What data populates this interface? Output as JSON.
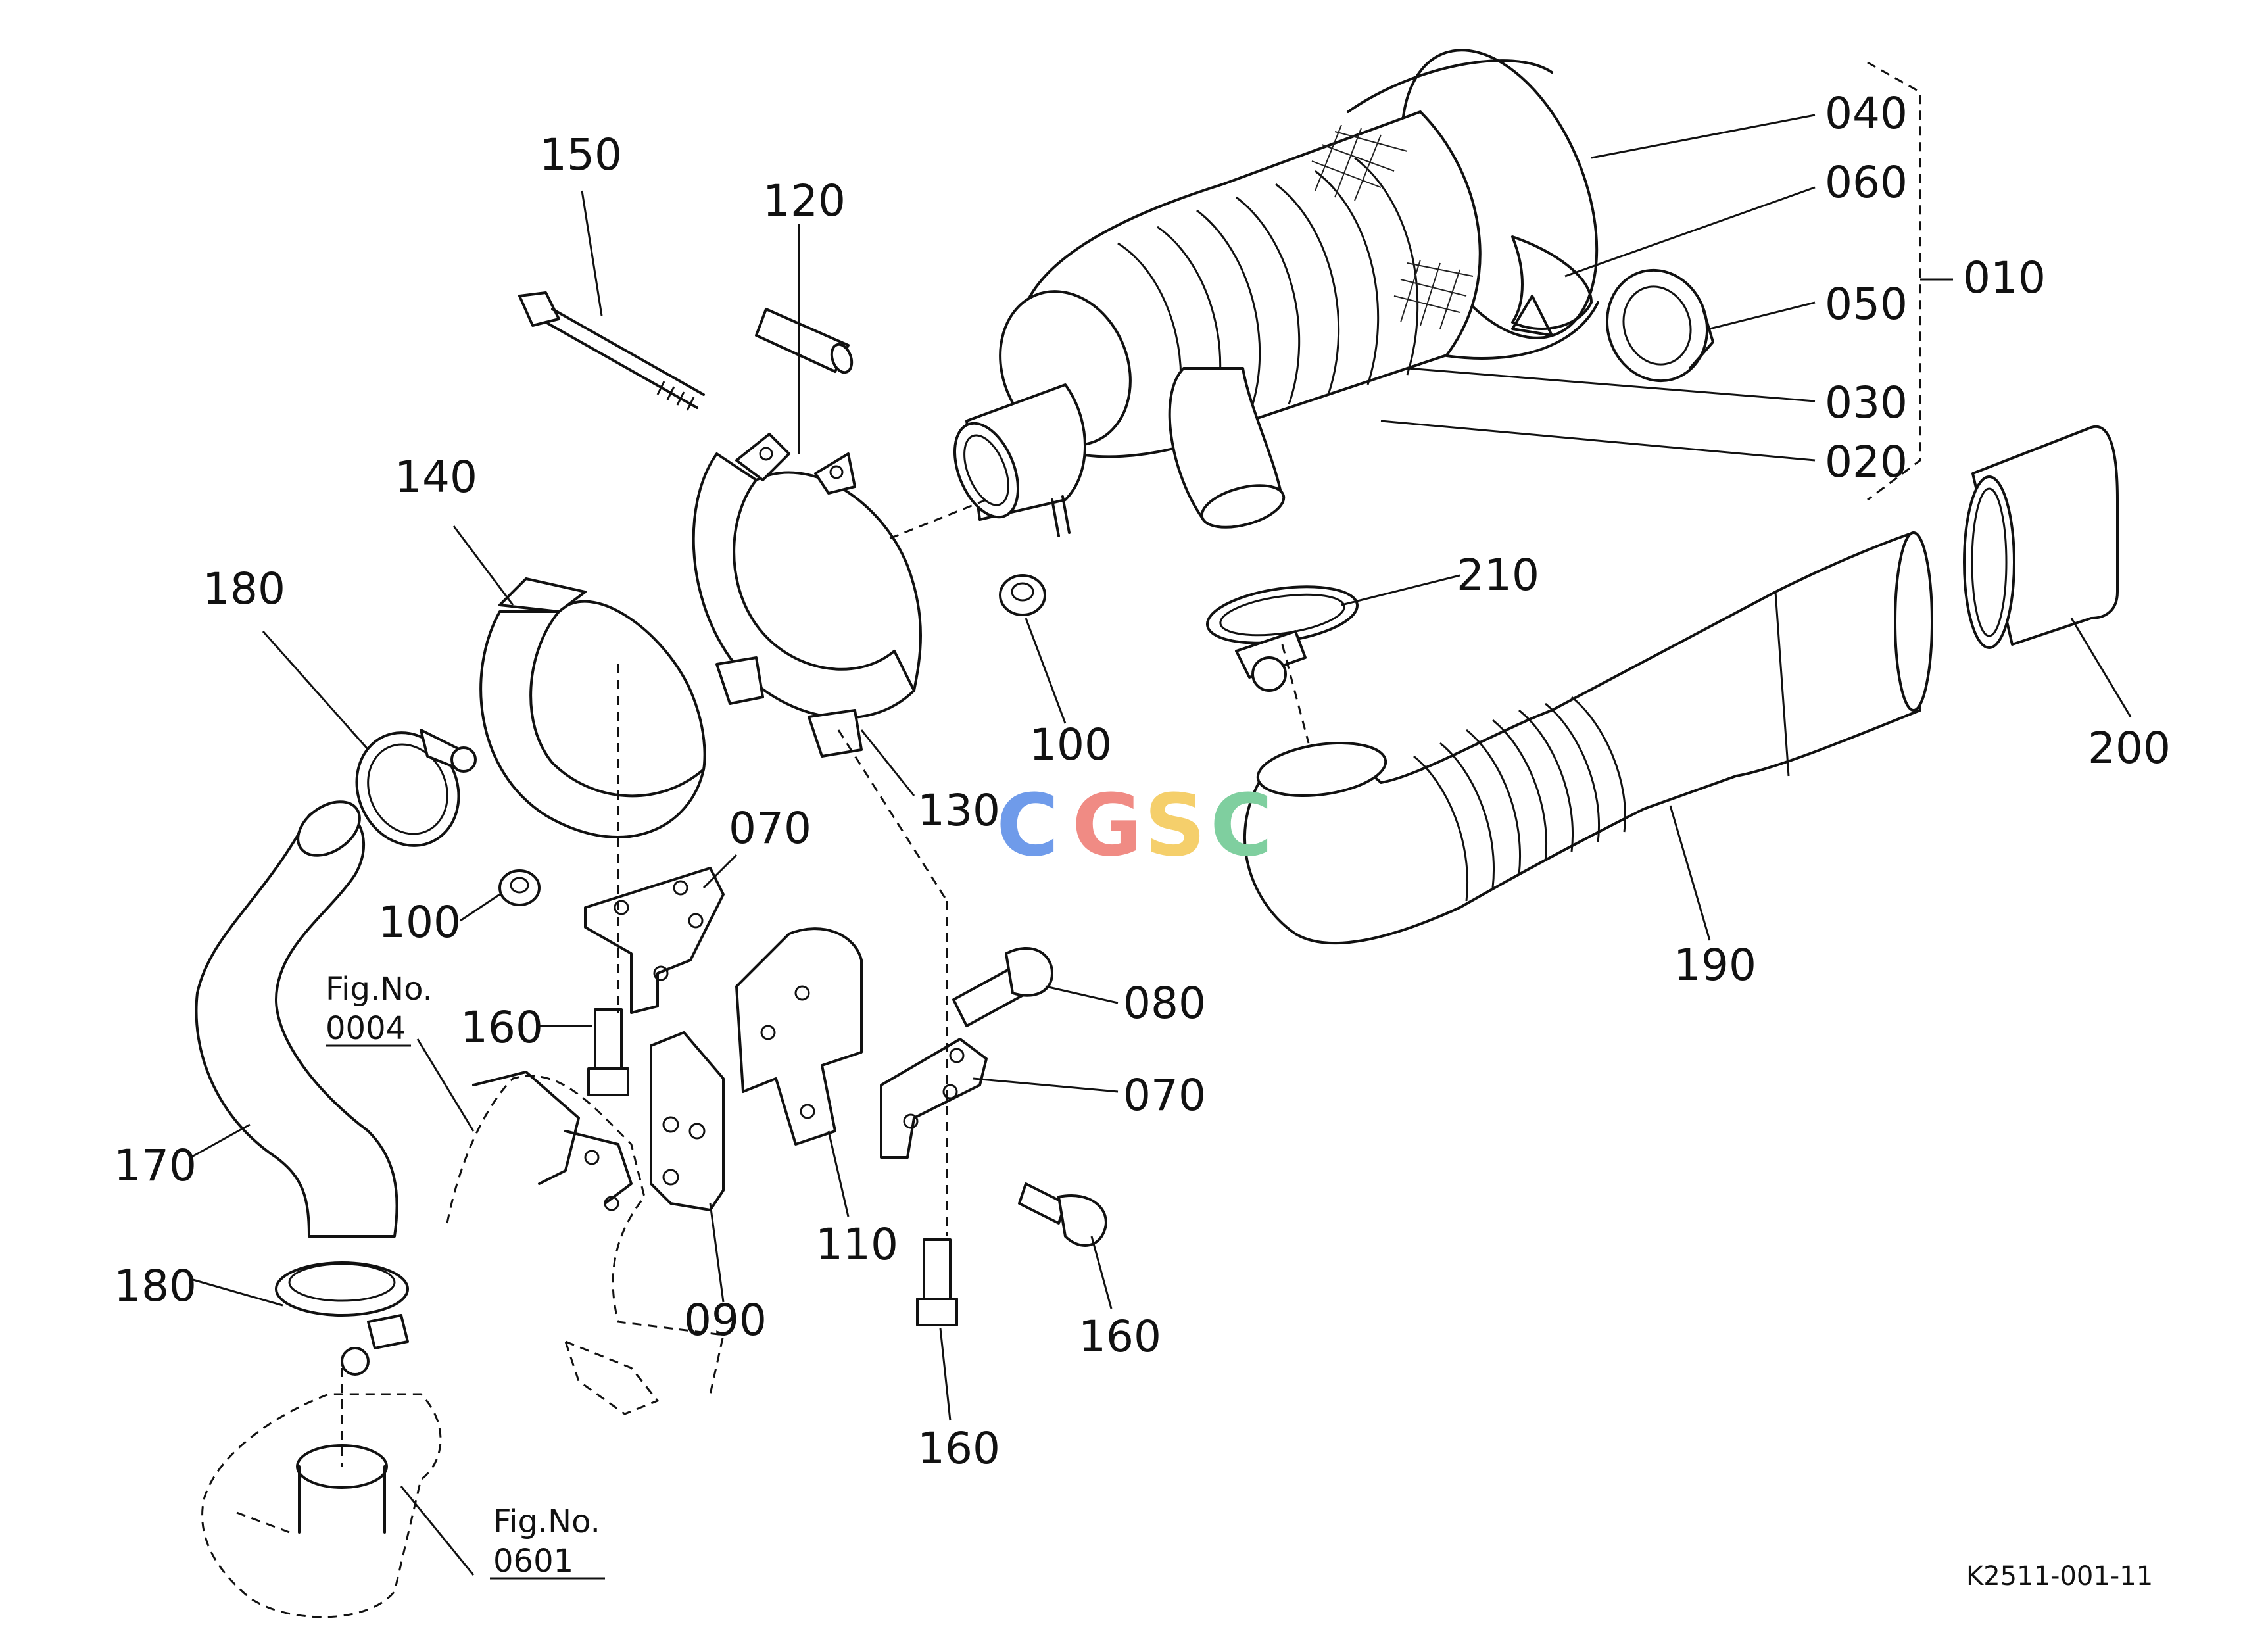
{
  "diagram": {
    "labels": {
      "p040": "040",
      "p060": "060",
      "p010": "010",
      "p050": "050",
      "p030": "030",
      "p020": "020",
      "p150": "150",
      "p120": "120",
      "p140": "140",
      "p180_top": "180",
      "p100_right": "100",
      "p130": "130",
      "p210": "210",
      "p200": "200",
      "p070_top": "070",
      "p100_left": "100",
      "p160_left": "160",
      "p080": "080",
      "p070_right": "070",
      "p190": "190",
      "p170": "170",
      "p110": "110",
      "p090": "090",
      "p160_right": "160",
      "p160_bottom": "160",
      "p180_bottom": "180"
    },
    "figure_refs": [
      {
        "title": "Fig.No.",
        "number": "0004"
      },
      {
        "title": "Fig.No.",
        "number": "0601"
      }
    ],
    "watermark": {
      "letters": [
        "C",
        "G",
        "S",
        "C"
      ],
      "colors": [
        "#6f9bea",
        "#f08b84",
        "#f5cf6b",
        "#7fcf9f"
      ]
    },
    "drawing_code": "K2511-001-11"
  }
}
